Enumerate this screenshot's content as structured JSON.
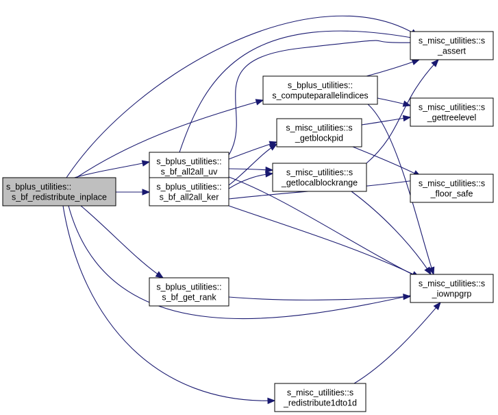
{
  "diagram": {
    "nodes": [
      {
        "id": "root",
        "lines": [
          "s_bplus_utilities::",
          "s_bf_redistribute_inplace"
        ],
        "highlighted": true
      },
      {
        "id": "all2all_uv",
        "lines": [
          "s_bplus_utilities::",
          "s_bf_all2all_uv"
        ]
      },
      {
        "id": "all2all_ker",
        "lines": [
          "s_bplus_utilities::",
          "s_bf_all2all_ker"
        ]
      },
      {
        "id": "get_rank",
        "lines": [
          "s_bplus_utilities::",
          "s_bf_get_rank"
        ]
      },
      {
        "id": "computeparallel",
        "lines": [
          "s_bplus_utilities::",
          "s_computeparallelindices"
        ]
      },
      {
        "id": "getblockpid",
        "lines": [
          "s_misc_utilities::s",
          "_getblockpid"
        ]
      },
      {
        "id": "getlocalblockrange",
        "lines": [
          "s_misc_utilities::s",
          "_getlocalblockrange"
        ]
      },
      {
        "id": "redistribute1d",
        "lines": [
          "s_misc_utilities::s",
          "_redistribute1dto1d"
        ]
      },
      {
        "id": "assert",
        "lines": [
          "s_misc_utilities::s",
          "_assert"
        ]
      },
      {
        "id": "gettreelevel",
        "lines": [
          "s_misc_utilities::s",
          "_gettreelevel"
        ]
      },
      {
        "id": "floor_safe",
        "lines": [
          "s_misc_utilities::s",
          "_floor_safe"
        ]
      },
      {
        "id": "iownpgrp",
        "lines": [
          "s_misc_utilities::s",
          "_iownpgrp"
        ]
      }
    ],
    "edges": [
      {
        "from": "root",
        "to": "assert"
      },
      {
        "from": "root",
        "to": "computeparallel"
      },
      {
        "from": "root",
        "to": "all2all_uv"
      },
      {
        "from": "root",
        "to": "all2all_ker"
      },
      {
        "from": "root",
        "to": "get_rank"
      },
      {
        "from": "root",
        "to": "iownpgrp"
      },
      {
        "from": "root",
        "to": "redistribute1d"
      },
      {
        "from": "all2all_uv",
        "to": "assert"
      },
      {
        "from": "all2all_uv",
        "to": "getblockpid"
      },
      {
        "from": "all2all_uv",
        "to": "getlocalblockrange"
      },
      {
        "from": "all2all_uv",
        "to": "iownpgrp"
      },
      {
        "from": "all2all_ker",
        "to": "assert"
      },
      {
        "from": "all2all_ker",
        "to": "getblockpid"
      },
      {
        "from": "all2all_ker",
        "to": "getlocalblockrange"
      },
      {
        "from": "all2all_ker",
        "to": "floor_safe"
      },
      {
        "from": "all2all_ker",
        "to": "iownpgrp"
      },
      {
        "from": "get_rank",
        "to": "iownpgrp"
      },
      {
        "from": "computeparallel",
        "to": "assert"
      },
      {
        "from": "computeparallel",
        "to": "gettreelevel"
      },
      {
        "from": "computeparallel",
        "to": "iownpgrp"
      },
      {
        "from": "getblockpid",
        "to": "gettreelevel"
      },
      {
        "from": "getblockpid",
        "to": "floor_safe"
      },
      {
        "from": "getlocalblockrange",
        "to": "assert"
      },
      {
        "from": "getlocalblockrange",
        "to": "iownpgrp"
      },
      {
        "from": "redistribute1d",
        "to": "iownpgrp"
      }
    ]
  },
  "colors": {
    "edge": "#191970",
    "highlight_fill": "#bfbfbf",
    "node_fill": "#ffffff",
    "node_border": "#000000"
  }
}
